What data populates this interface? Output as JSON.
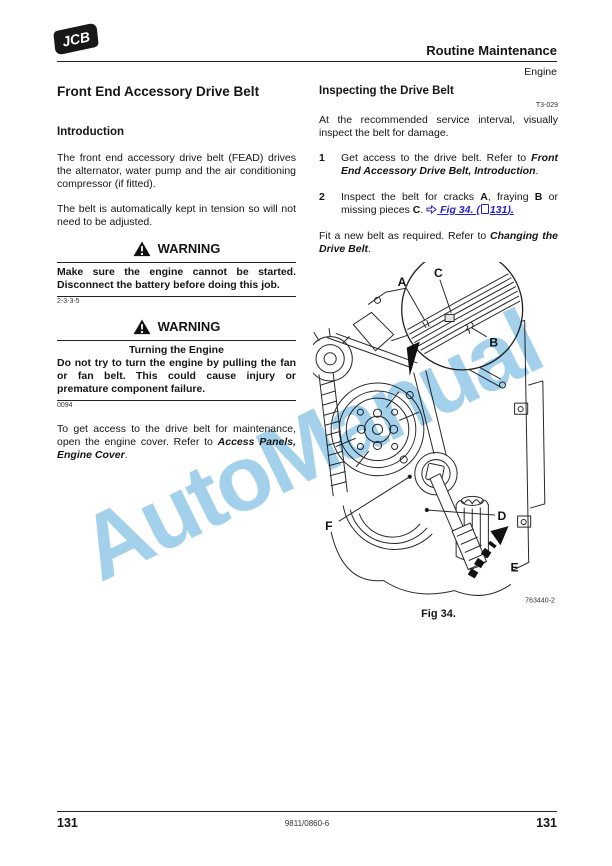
{
  "colors": {
    "link_blue": "#2222cc",
    "watermark_blue": "#a3d0ea"
  },
  "watermark": "AutoManual",
  "header": {
    "logo": "JCB",
    "title": "Routine Maintenance",
    "subtitle": "Engine"
  },
  "left": {
    "title": "Front End Accessory Drive Belt",
    "intro_heading": "Introduction",
    "para1": "The front end accessory drive belt (FEAD) drives the alternator, water pump and the air conditioning compressor (if fitted).",
    "para2": "The belt is automatically kept in tension so will not need to be adjusted.",
    "warning1": {
      "label": "WARNING",
      "body": "Make sure the engine cannot be started. Disconnect the battery before doing this job.",
      "code": "2-3-3-5"
    },
    "warning2": {
      "label": "WARNING",
      "title": "Turning the Engine",
      "body": "Do not try to turn the engine by pulling the fan or fan belt. This could cause injury or premature component failure.",
      "code": "0094"
    },
    "access": {
      "prefix": "To get access to the drive belt for maintenance, open the engine cover. Refer to ",
      "ref": "Access Panels, Engine Cover",
      "suffix": "."
    }
  },
  "right": {
    "heading": "Inspecting the Drive Belt",
    "section_code": "T3-029",
    "para1": "At the recommended service interval, visually inspect the belt for damage.",
    "step1": {
      "num": "1",
      "text": "Get access to the drive belt. Refer to ",
      "ref": "Front End Accessory Drive Belt, Introduction",
      "suffix": "."
    },
    "step2": {
      "num": "2",
      "s1": "Inspect the belt for cracks ",
      "b1": "A",
      "s2": ", fraying ",
      "b2": "B",
      "s3": " or missing pieces ",
      "b3": "C",
      "s4": ". ",
      "link": {
        "pre": "Fig 34. (",
        "page": "131",
        "post": ")."
      }
    },
    "fit": {
      "prefix": "Fit a new belt as required. Refer to ",
      "ref": "Changing the Drive Belt",
      "suffix": "."
    }
  },
  "figure": {
    "labels": {
      "a": "A",
      "b": "B",
      "c": "C",
      "d": "D",
      "e": "E",
      "f": "F"
    },
    "drawing_code": "763440-2",
    "caption": "Fig 34."
  },
  "footer": {
    "page_left": "131",
    "doc_code": "9811/0860-6",
    "page_right": "131"
  }
}
